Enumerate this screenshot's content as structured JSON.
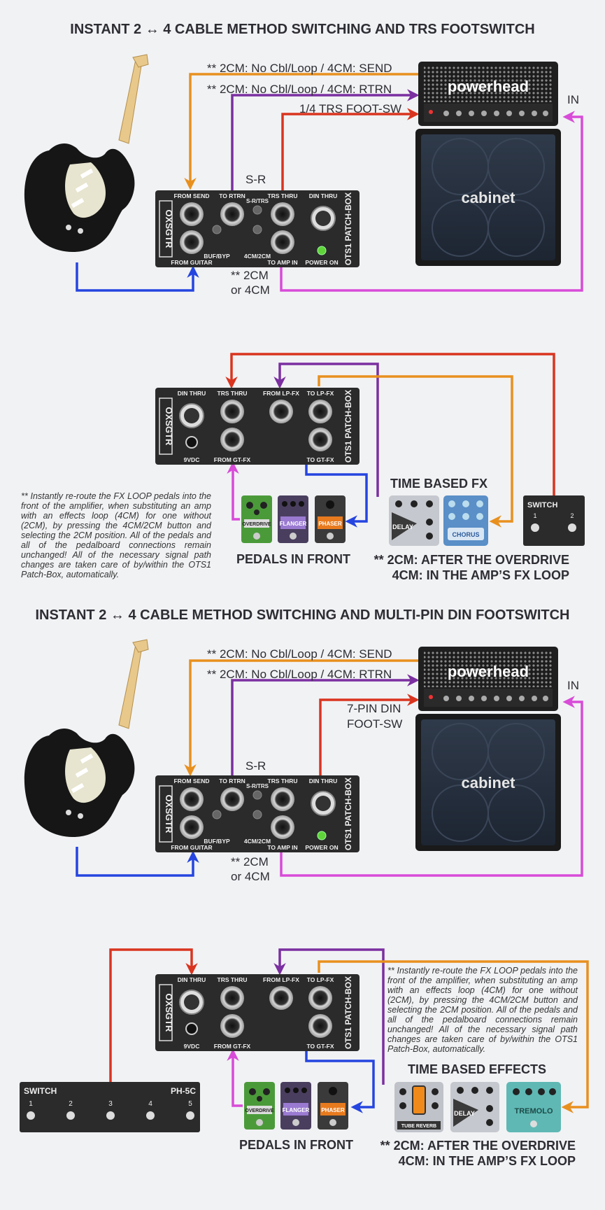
{
  "titles": {
    "trs": "INSTANT 2 ↔ 4 CABLE METHOD SWITCHING AND TRS FOOTSWITCH",
    "din": "INSTANT 2 ↔ 4 CABLE METHOD SWITCHING AND MULTI-PIN DIN FOOTSWITCH"
  },
  "cables": {
    "send": "** 2CM: No Cbl/Loop / 4CM: SEND",
    "rtrn": "** 2CM: No Cbl/Loop / 4CM: RTRN",
    "trs_fsw": "1/4 TRS FOOT-SW",
    "din_fsw_1": "7-PIN DIN",
    "din_fsw_2": "FOOT-SW",
    "in": "IN",
    "sr": "S-R",
    "mode_1": "** 2CM",
    "mode_2": "or 4CM"
  },
  "amp": {
    "head": "powerhead",
    "cab": "cabinet"
  },
  "patchbox_front": {
    "brand": "OXSGTR",
    "side": "OTS1 PATCH-BOX",
    "from_send": "FROM SEND",
    "to_rtrn": "TO RTRN",
    "trs_thru": "TRS THRU",
    "din_thru": "DIN THRU",
    "sr_trs": "S-R/TRS",
    "buf_byp": "BUF/BYP",
    "mode": "4CM/2CM",
    "from_guitar": "FROM GUITAR",
    "to_amp_in": "TO AMP IN",
    "power_on": "POWER ON"
  },
  "patchbox_back": {
    "din_thru": "DIN THRU",
    "trs_thru": "TRS THRU",
    "from_lp_fx": "FROM LP-FX",
    "to_lp_fx": "TO LP-FX",
    "vdc": "9VDC",
    "from_gt_fx": "FROM GT-FX",
    "to_gt_fx": "TO GT-FX"
  },
  "pedals": {
    "overdrive": "OVERDRIVE",
    "flanger": "FLANGER",
    "phaser": "PHASER",
    "delay": "DELAY",
    "chorus": "CHORUS",
    "tube_reverb": "TUBE REVERB",
    "tremolo": "TREMOLO"
  },
  "switch_small": {
    "title": "SWITCH",
    "b1": "1",
    "b2": "2"
  },
  "switch_large": {
    "title": "SWITCH",
    "model": "PH-5C",
    "b1": "1",
    "b2": "2",
    "b3": "3",
    "b4": "4",
    "b5": "5"
  },
  "section2": {
    "note": "** Instantly re-route the FX LOOP pedals into the front of the amplifier, when substituting an amp with an effects loop (4CM) for one without (2CM), by pressing the 4CM/2CM button and selecting the 2CM position. All of the pedals and all of the pedalboard connections remain unchanged! All of the necessary signal path changes are taken care of by/within the OTS1 Patch-Box, automatically.",
    "time_fx": "TIME BASED FX",
    "pedals_front": "PEDALS IN FRONT",
    "cap1": "** 2CM: AFTER THE OVERDRIVE",
    "cap2": "4CM: IN THE AMP’S FX LOOP"
  },
  "section4": {
    "note": "** Instantly re-route the FX LOOP pedals into the front of the amplifier, when substituting an amp with an effects loop (4CM) for one without (2CM), by pressing the 4CM/2CM button and selecting the 2CM position. All of the pedals and all of the pedalboard connections remain unchanged! All of the necessary signal path changes are taken care of by/within the OTS1 Patch-Box, automatically.",
    "time_fx": "TIME BASED EFFECTS",
    "pedals_front": "PEDALS IN FRONT",
    "cap1": "** 2CM: AFTER THE OVERDRIVE",
    "cap2": "4CM: IN THE AMP’S FX LOOP"
  },
  "colors": {
    "orange": "#e8901e",
    "purple": "#7b2fa0",
    "red": "#d9341f",
    "blue": "#2545e0",
    "magenta": "#d84bd8",
    "panel": "#2b2b2b"
  }
}
